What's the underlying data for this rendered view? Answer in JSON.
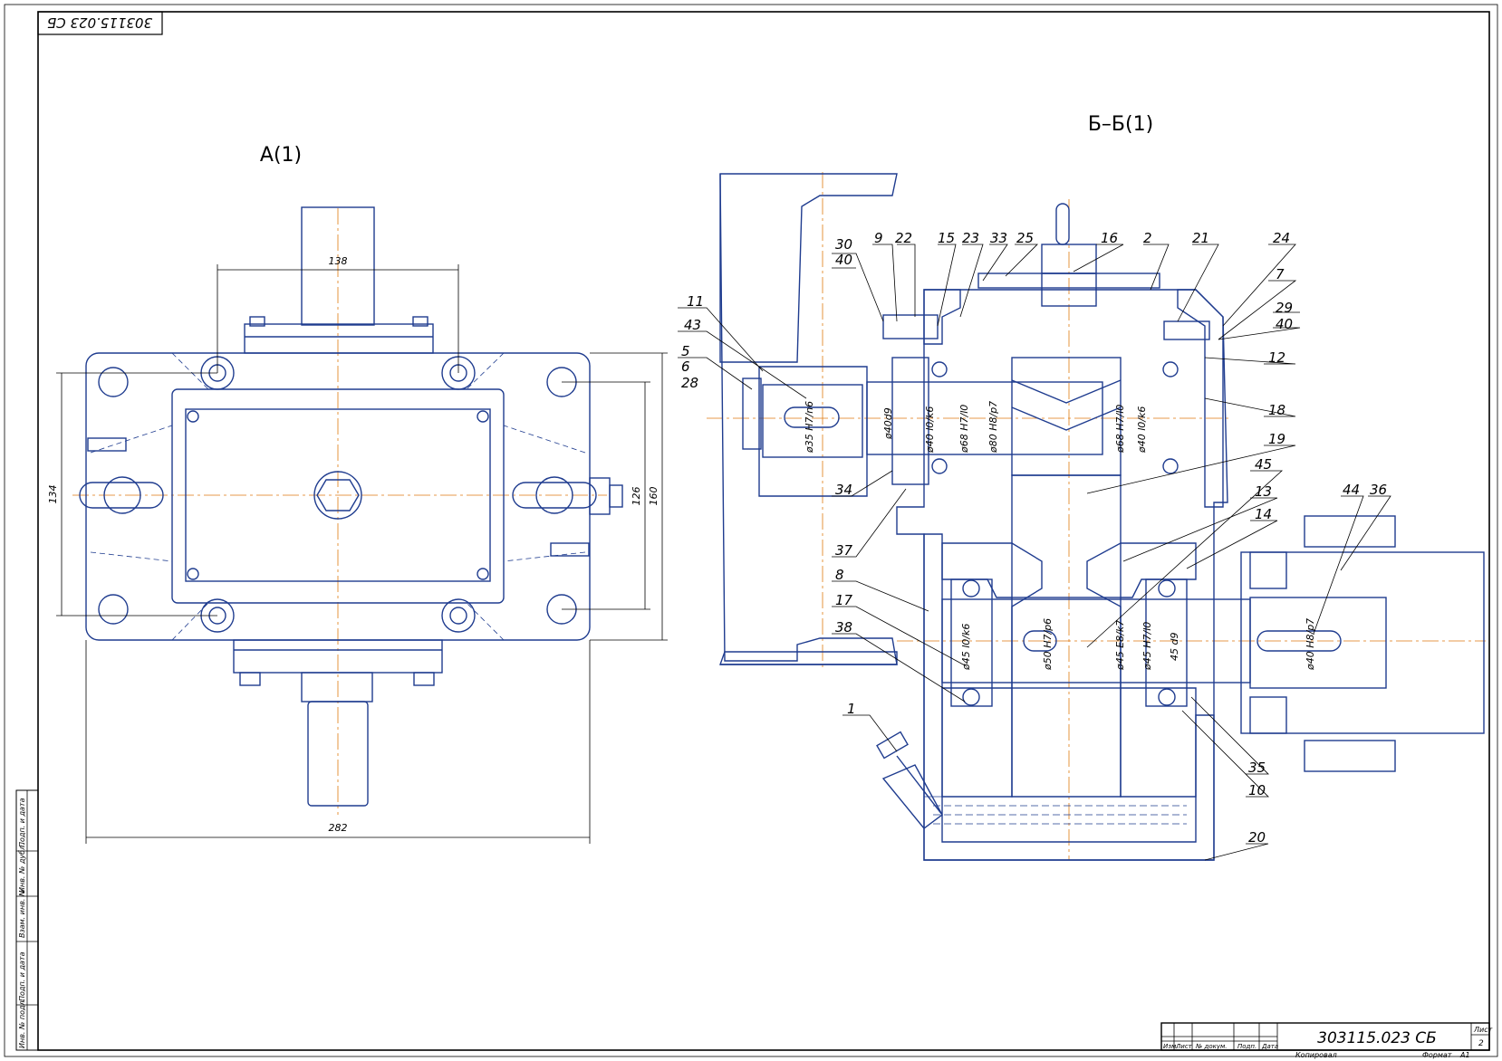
{
  "sheet": {
    "code_top": "303115.023 СБ",
    "code_title": "303115.023 СБ",
    "sheet_label": "Лист",
    "sheet_number": "2",
    "copied_label": "Копировал",
    "format_label": "Формат",
    "format_value": "А1"
  },
  "title_block": {
    "columns": [
      "Изм.",
      "Лист",
      "№ докум.",
      "Подп.",
      "Дата"
    ]
  },
  "side_stamps": [
    "Инв. № подл.",
    "Подп. и дата",
    "Взам. инв. №",
    "Инв. № дубл.",
    "Подп. и дата"
  ],
  "view_a": {
    "title": "А(1)",
    "dims": {
      "d138": "138",
      "d282": "282",
      "d134": "134",
      "d126": "126",
      "d160": "160"
    }
  },
  "view_b": {
    "title": "Б–Б(1)",
    "fits": {
      "f35": "ø35 H7/n6",
      "f40d9": "ø40d9",
      "f40l0": "ø40 l0/k6",
      "f68": "ø68 H7/l0",
      "f80": "ø80 H8/p7",
      "f68b": "ø68 H7/l0",
      "f40l0b": "ø40 l0/k6",
      "f45l0": "ø45 l0/k6",
      "f50": "ø50 H7/p6",
      "f45e8": "ø45 E8/k7",
      "f45h7": "ø45 H7/l0",
      "f45d9": "45 d9",
      "f40h8": "ø40 H8/p7"
    },
    "callouts": {
      "c1": "1",
      "c2": "2",
      "c5": "5",
      "c6": "6",
      "c7": "7",
      "c8": "8",
      "c9": "9",
      "c10": "10",
      "c11": "11",
      "c12": "12",
      "c13": "13",
      "c14": "14",
      "c15": "15",
      "c16": "16",
      "c17": "17",
      "c18": "18",
      "c19": "19",
      "c20": "20",
      "c21": "21",
      "c22": "22",
      "c23": "23",
      "c24": "24",
      "c25": "25",
      "c28": "28",
      "c29": "29",
      "c30": "30",
      "c33": "33",
      "c34": "34",
      "c35": "35",
      "c36": "36",
      "c37": "37",
      "c38": "38",
      "c40a": "40",
      "c40b": "40",
      "c43": "43",
      "c44": "44",
      "c45": "45"
    }
  }
}
